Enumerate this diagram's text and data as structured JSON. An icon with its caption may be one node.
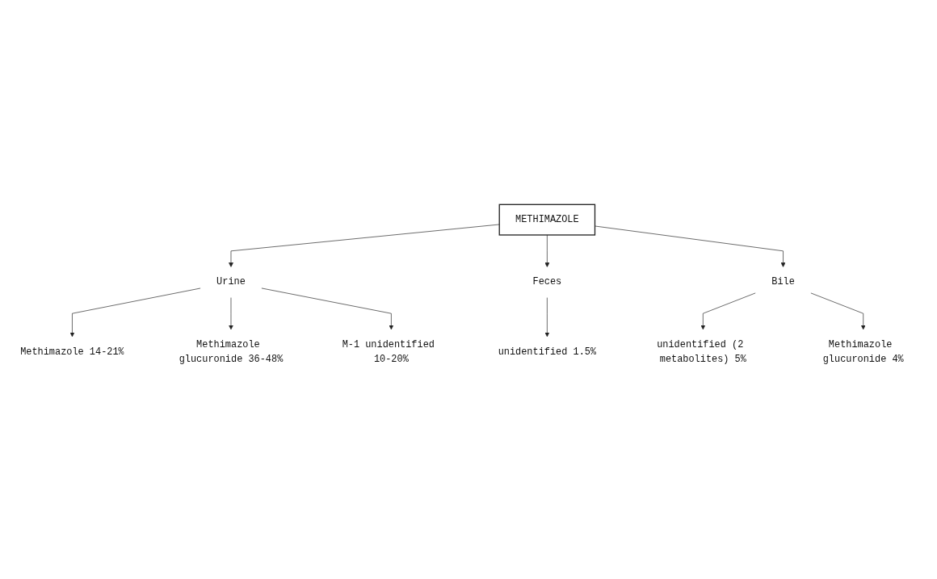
{
  "diagram": {
    "nodes": [
      {
        "text": [
          "Methimazole 14-21%"
        ]
      },
      {
        "text": [
          "Methimazole glucuronide 36-48%"
        ]
      },
      {
        "text": [
          "M-1 unidentified 10-20%"
        ]
      },
      {
        "text": [
          "Urine"
        ]
      },
      {
        "text": [
          "METHIMAZOLE"
        ]
      },
      {
        "text": [
          "Feces"
        ]
      },
      {
        "text": [
          "Bile"
        ]
      },
      {
        "text": [
          "unidentified 1.5%"
        ]
      },
      {
        "text": [
          "unidentified (2 metabolites) 5%"
        ]
      },
      {
        "text": [
          "Methimazole glucuronide 4%"
        ]
      }
    ],
    "edges": [
      {
        "from": 4,
        "to": 3,
        "arrow": "to"
      },
      {
        "from": 3,
        "to": 0,
        "arrow": "to"
      },
      {
        "from": 3,
        "to": 1,
        "arrow": "to"
      },
      {
        "from": 3,
        "to": 2,
        "arrow": "to"
      },
      {
        "from": 4,
        "to": 5,
        "arrow": "to"
      },
      {
        "from": 4,
        "to": 6,
        "arrow": "to"
      },
      {
        "from": 5,
        "to": 7,
        "arrow": "to"
      },
      {
        "from": 6,
        "to": 8,
        "arrow": "to"
      },
      {
        "from": 6,
        "to": 9,
        "arrow": "to"
      }
    ]
  }
}
